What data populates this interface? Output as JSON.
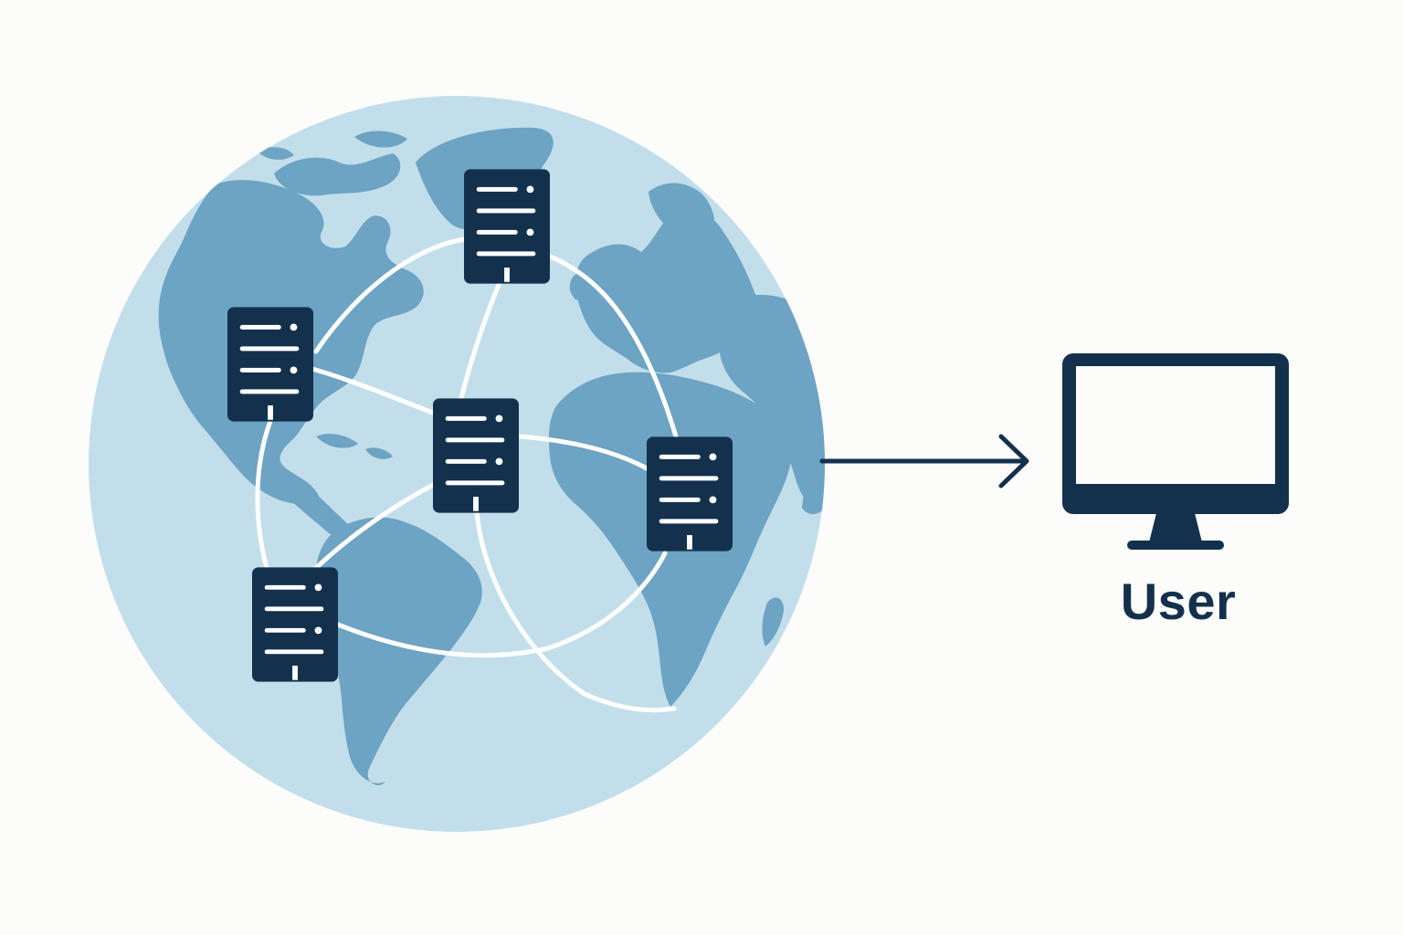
{
  "user": {
    "label": "User",
    "icon": "monitor-icon"
  },
  "globe": {
    "icon": "globe-icon"
  },
  "servers": [
    {
      "name": "server-top",
      "icon": "server-icon"
    },
    {
      "name": "server-left",
      "icon": "server-icon"
    },
    {
      "name": "server-center",
      "icon": "server-icon"
    },
    {
      "name": "server-right",
      "icon": "server-icon"
    },
    {
      "name": "server-bottom-left",
      "icon": "server-icon"
    }
  ],
  "colors": {
    "background": "#fcfcfa",
    "ocean": "#c3deeb",
    "land": "#6da3c3",
    "navy": "#13314d",
    "link": "#ffffff"
  }
}
